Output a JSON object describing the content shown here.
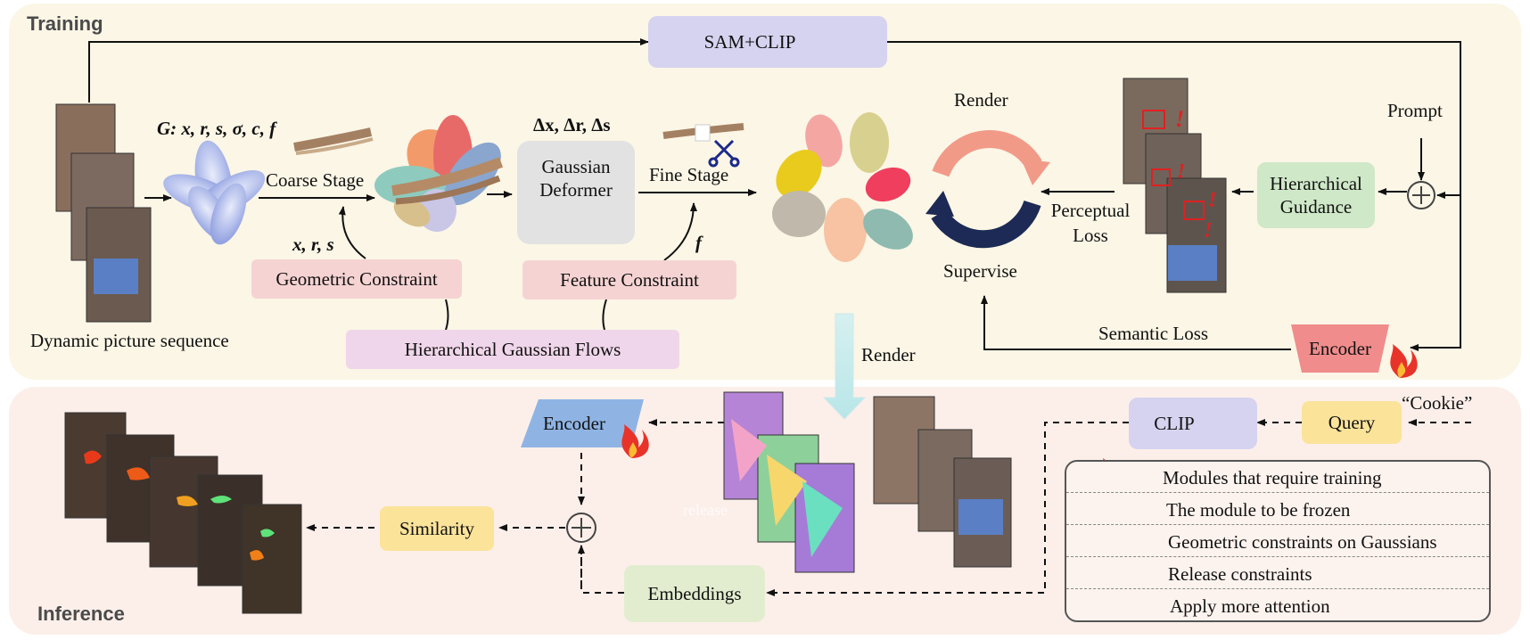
{
  "training": {
    "title": "Training",
    "sam_clip": "SAM+CLIP",
    "gaussian_params": "G: x, r, s, σ, c, f",
    "coarse_stage": "Coarse Stage",
    "xrs": "x, r, s",
    "delta": "Δx, Δr, Δs",
    "deformer": "Gaussian Deformer",
    "fine_stage": "Fine Stage",
    "f": "f",
    "geometric_constraint": "Geometric Constraint",
    "feature_constraint": "Feature Constraint",
    "hier_flows": "Hierarchical Gaussian Flows",
    "dyn_seq": "Dynamic picture sequence",
    "render": "Render",
    "supervise": "Supervise",
    "perceptual_loss": "Perceptual Loss",
    "hier_guidance": "Hierarchical Guidance",
    "prompt": "Prompt",
    "semantic_loss": "Semantic Loss",
    "encoder": "Encoder",
    "render_down": "Render"
  },
  "inference": {
    "title": "Inference",
    "encoder": "Encoder",
    "clip": "CLIP",
    "query": "Query",
    "cookie": "“Cookie”",
    "similarity": "Similarity",
    "embeddings": "Embeddings",
    "release_text": "release"
  },
  "legend": [
    {
      "icon": "fire-icon",
      "text": "Modules that require training"
    },
    {
      "icon": "snowflake-icon",
      "text": "The module to be frozen"
    },
    {
      "icon": "rope-icon",
      "text": "Geometric constraints on Gaussians"
    },
    {
      "icon": "scissors-icon",
      "text": "Release constraints"
    },
    {
      "icon": "attention-box-icon",
      "text": "Apply more attention"
    }
  ],
  "colors": {
    "training_bg": "#fbf6e6",
    "inference_bg": "#fcefea",
    "sam_clip_box": "#d6d3f0",
    "deformer_box": "#e2e2e2",
    "constraint_box": "#f6d3d3",
    "flows_box": "#f0d6ea",
    "guidance_box": "#cfe8c8",
    "encoder_train": "#f08c8c",
    "encoder_infer": "#8fb4e4",
    "query_box": "#fbe39a",
    "embeddings_box": "#e2edcf",
    "render_arrow_top": "#f29a88",
    "render_arrow_bottom": "#1c2a55"
  }
}
